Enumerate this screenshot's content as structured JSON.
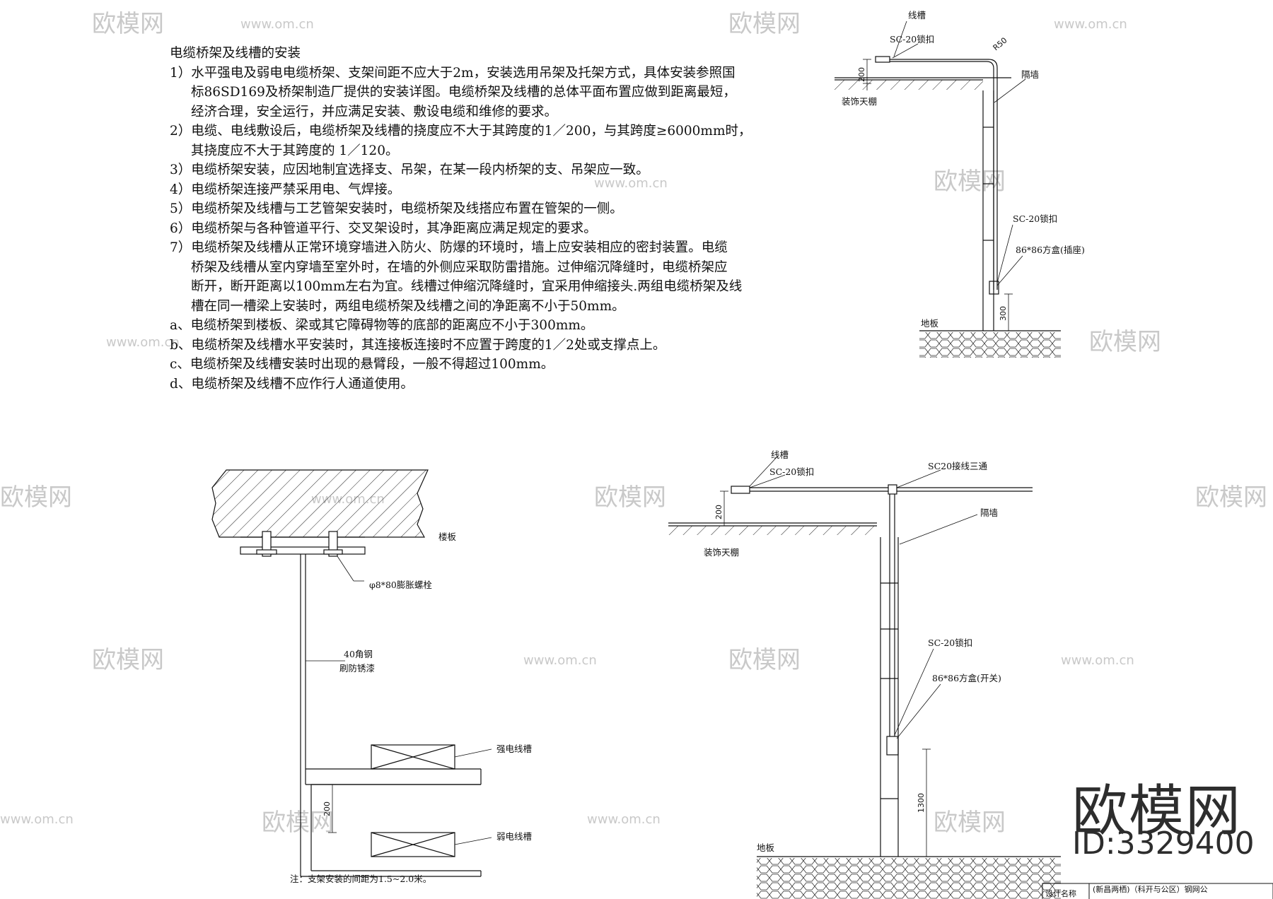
{
  "notes": {
    "title": "电缆桥架及线槽的安装",
    "items": [
      "1）水平强电及弱电电缆桥架、支架间距不应大于2m，安装选用吊架及托架方式，具体安装参照国",
      "标86SD169及桥架制造厂提供的安装详图。电缆桥架及线槽的总体平面布置应做到距离最短，",
      "经济合理，安全运行，并应满足安装、敷设电缆和维修的要求。",
      "2）电缆、电线敷设后，电缆桥架及线槽的挠度应不大于其跨度的1／200，与其跨度≥6000mm时，",
      "其挠度应不大于其跨度的 1／120。",
      "3）电缆桥架安装，应因地制宜选择支、吊架，在某一段内桥架的支、吊架应一致。",
      "4）电缆桥架连接严禁采用电、气焊接。",
      "5）电缆桥架及线槽与工艺管架安装时，电缆桥架及线搭应布置在管架的一侧。",
      "6）电缆桥架与各种管道平行、交叉架设时，其净距离应满足规定的要求。",
      "7）电缆桥架及线槽从正常环境穿墙进入防火、防爆的环境时，墙上应安装相应的密封装置。电缆",
      "桥架及线槽从室内穿墙至室外时，在墙的外侧应采取防雷措施。过伸缩沉降缝时，电缆桥架应",
      "断开，断开距离以100mm左右为宜。线槽过伸缩沉降缝时，宜采用伸缩接头.两组电缆桥架及线",
      "槽在同一槽梁上安装时，两组电缆桥架及线槽之间的净距离不小于50mm。",
      "a、电缆桥架到楼板、梁或其它障碍物等的底部的距离应不小于300mm。",
      "b、电缆桥架及线槽水平安装时，其连接板连接时不应置于跨度的1／2处或支撑点上。",
      "c、电缆桥架及线槽安装时出现的悬臂段，一般不得超过100mm。",
      "d、电缆桥架及线槽不应作行人通道使用。"
    ]
  },
  "detail_socket": {
    "trunking": "线槽",
    "lock1": "SC-20锁扣",
    "radius": "R50",
    "wall": "隔墙",
    "ceiling": "装饰天棚",
    "dim_top": "200",
    "lock2": "SC-20锁扣",
    "box": "86*86方盒(插座)",
    "dim_bottom": "300",
    "floor": "地板"
  },
  "detail_bracket": {
    "slab": "楼板",
    "bolt": "φ8*80膨胀螺栓",
    "angle": "40角钢",
    "paint": "刷防锈漆",
    "strong": "强电线槽",
    "weak": "弱电线槽",
    "dim": "200",
    "note": "注：支架安装的间距为1.5~2.0米。"
  },
  "detail_switch": {
    "trunking": "线槽",
    "lock1": "SC-20锁扣",
    "tee": "SC20接线三通",
    "wall": "隔墙",
    "ceiling": "装饰天棚",
    "dim_top": "200",
    "lock2": "SC-20锁扣",
    "box": "86*86方盒(开关)",
    "dim_bottom": "1300",
    "floor": "地板"
  },
  "titleblock": {
    "label": "设计名称",
    "value": "(新昌两栖)（科开与公区）钢网公"
  },
  "watermark": {
    "text": "欧模网",
    "url": "www.om.cn"
  },
  "brand": {
    "name": "欧模网",
    "id": "ID:3329400"
  }
}
